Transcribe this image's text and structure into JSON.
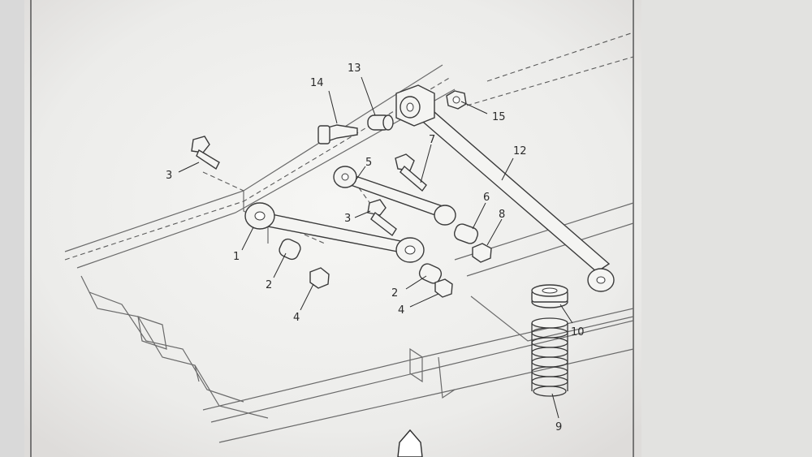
{
  "diagram": {
    "callouts": {
      "c1": "1",
      "c2a": "2",
      "c2b": "2",
      "c3a": "3",
      "c3b": "3",
      "c4a": "4",
      "c4b": "4",
      "c5": "5",
      "c6": "6",
      "c7": "7",
      "c8": "8",
      "c9": "9",
      "c10": "10",
      "c12": "12",
      "c13": "13",
      "c14": "14",
      "c15": "15"
    },
    "colors": {
      "paper": "#f4f4f2",
      "ink": "#2b2b2b",
      "monitor_bezel": "#dcdcdc"
    }
  }
}
